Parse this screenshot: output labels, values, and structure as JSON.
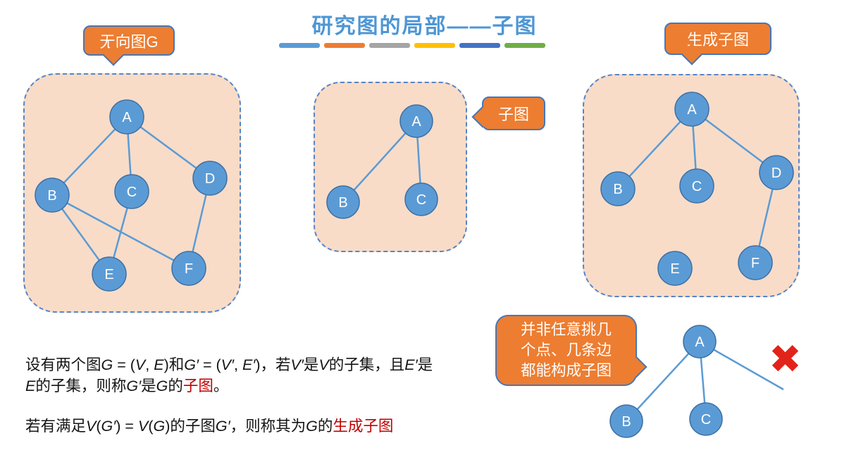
{
  "slide": {
    "title": "研究图的局部——子图",
    "title_color": "#4E96D4",
    "accent_bar_colors": [
      "#5B9BD5",
      "#ED7D31",
      "#A5A5A5",
      "#FFC000",
      "#4472C4",
      "#70AD47"
    ]
  },
  "callouts": {
    "undirected": "无向图G",
    "subgraph": "子图",
    "spanning": "生成子图",
    "warning": "并非任意挑几\n个点、几条边\n都能构成子图"
  },
  "graphs": {
    "undirected": {
      "nodes": [
        "A",
        "B",
        "C",
        "D",
        "E",
        "F"
      ],
      "edges": [
        "A-B",
        "A-C",
        "A-D",
        "B-E",
        "B-F",
        "C-E",
        "D-F"
      ]
    },
    "subgraph": {
      "nodes": [
        "A",
        "B",
        "C"
      ],
      "edges": [
        "A-B",
        "A-C"
      ]
    },
    "spanning": {
      "nodes": [
        "A",
        "B",
        "C",
        "D",
        "E",
        "F"
      ],
      "edges": [
        "A-B",
        "A-C",
        "A-D",
        "D-F"
      ]
    },
    "invalid": {
      "nodes": [
        "A",
        "B",
        "C"
      ],
      "edges": [
        "A-B",
        "A-C",
        "A-dangling"
      ],
      "mark": "✖"
    }
  },
  "paragraphs": {
    "p1l1": {
      "parts": [
        {
          "t": "设有两个图"
        },
        {
          "t": "G",
          "s": "it"
        },
        {
          "t": " = ("
        },
        {
          "t": "V",
          "s": "it"
        },
        {
          "t": ", "
        },
        {
          "t": "E",
          "s": "it"
        },
        {
          "t": ")和"
        },
        {
          "t": "G′",
          "s": "it"
        },
        {
          "t": " = ("
        },
        {
          "t": "V′",
          "s": "it"
        },
        {
          "t": ", "
        },
        {
          "t": "E′",
          "s": "it"
        },
        {
          "t": ")，若"
        },
        {
          "t": "V′",
          "s": "it"
        },
        {
          "t": "是"
        },
        {
          "t": "V",
          "s": "it"
        },
        {
          "t": "的子集，且"
        },
        {
          "t": "E′",
          "s": "it"
        },
        {
          "t": "是"
        }
      ]
    },
    "p1l2": {
      "parts": [
        {
          "t": "E",
          "s": "it"
        },
        {
          "t": "的子集，则称"
        },
        {
          "t": "G′",
          "s": "it"
        },
        {
          "t": "是"
        },
        {
          "t": "G",
          "s": "it"
        },
        {
          "t": "的"
        },
        {
          "t": "子图",
          "s": "red"
        },
        {
          "t": "。"
        }
      ]
    },
    "p2": {
      "parts": [
        {
          "t": "若有满足"
        },
        {
          "t": "V",
          "s": "it"
        },
        {
          "t": "("
        },
        {
          "t": "G′",
          "s": "it"
        },
        {
          "t": ") = "
        },
        {
          "t": "V",
          "s": "it"
        },
        {
          "t": "("
        },
        {
          "t": "G",
          "s": "it"
        },
        {
          "t": ")的子图"
        },
        {
          "t": "G′",
          "s": "it"
        },
        {
          "t": "，则称其为"
        },
        {
          "t": "G",
          "s": "it"
        },
        {
          "t": "的"
        },
        {
          "t": "生成子图",
          "s": "red"
        }
      ]
    }
  },
  "theme": {
    "node_fill": "#5B9BD5",
    "node_stroke": "#3D6FA5",
    "edge_color": "#5B9BD5",
    "panel_fill": "#F8DCC8",
    "panel_border": "#5585C8",
    "callout_fill": "#ED7D31",
    "callout_border": "#4677B8",
    "red_text": "#C00000",
    "cross_red": "#E2231A"
  }
}
